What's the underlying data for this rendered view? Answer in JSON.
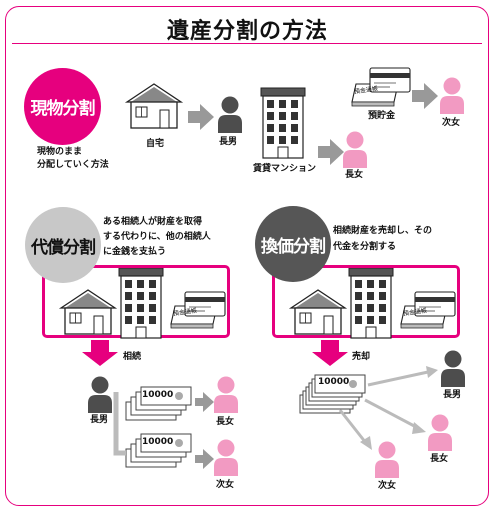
{
  "title": "遺産分割の方法",
  "methods": {
    "genbutsu": {
      "name": "現物分割",
      "desc": [
        "現物のまま",
        "分配していく方法"
      ],
      "labels": {
        "house": "自宅",
        "eldest_son": "長男",
        "apartment": "賃貸マンション",
        "eldest_daughter": "長女",
        "savings": "預貯金",
        "second_daughter": "次女"
      }
    },
    "daisho": {
      "name": "代償分割",
      "desc": [
        "ある相続人が財産を取得",
        "する代わりに、他の相続人",
        "に金銭を支払う"
      ],
      "arrow_label": "相続",
      "labels": {
        "eldest_son": "長男",
        "eldest_daughter": "長女",
        "second_daughter": "次女"
      }
    },
    "kanka": {
      "name": "換価分割",
      "desc": [
        "相続財産を売却し、その",
        "代金を分割する"
      ],
      "arrow_label": "売却",
      "labels": {
        "eldest_son": "長男",
        "eldest_daughter": "長女",
        "second_daughter": "次女"
      }
    }
  },
  "banknote_value": "10000",
  "bankbook_text": "預金通帳",
  "colors": {
    "accent": "#e6007e",
    "female": "#f29ac2",
    "male": "#4d4d4d",
    "arrow": "#999999"
  },
  "icons": [
    "house-icon",
    "apartment-icon",
    "bankbook-icon",
    "bank-card-icon",
    "person-male-icon",
    "person-female-icon",
    "banknote-stack-icon",
    "down-arrow-icon",
    "right-arrow-icon"
  ]
}
